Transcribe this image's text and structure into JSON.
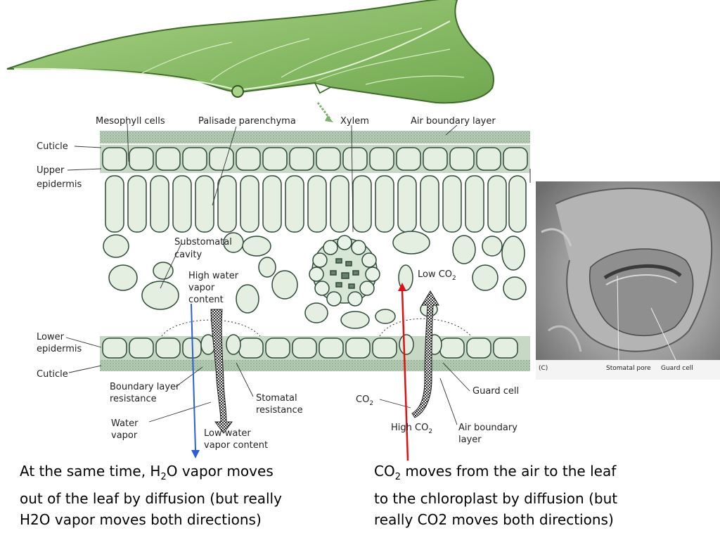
{
  "labels": {
    "mesophyll_cells": "Mesophyll cells",
    "palisade_parenchyma": "Palisade parenchyma",
    "xylem": "Xylem",
    "air_boundary_layer_top": "Air boundary layer",
    "cuticle_top": "Cuticle",
    "upper_epidermis_1": "Upper",
    "upper_epidermis_2": "epidermis",
    "substomatal_1": "Substomatal",
    "substomatal_2": "cavity",
    "high_water_1": "High water",
    "high_water_2": "vapor",
    "high_water_3": "content",
    "low_co2": "Low CO",
    "lower_epidermis_1": "Lower",
    "lower_epidermis_2": "epidermis",
    "cuticle_bottom": "Cuticle",
    "boundary_resistance_1": "Boundary layer",
    "boundary_resistance_2": "resistance",
    "stomatal_resistance_1": "Stomatal",
    "stomatal_resistance_2": "resistance",
    "water_vapor_1": "Water",
    "water_vapor_2": "vapor",
    "low_water_1": "Low water",
    "low_water_2": "vapor content",
    "co2_air": "CO",
    "guard_cell": "Guard cell",
    "high_co2": "High CO",
    "air_boundary_bottom_1": "Air boundary",
    "air_boundary_bottom_2": "layer",
    "subscript_2": "2"
  },
  "micrograph": {
    "panel": "(C)",
    "stomatal_pore": "Stomatal pore",
    "guard_cell": "Guard cell"
  },
  "captions": {
    "left_pre": "At the same time, H",
    "left_sub": "2",
    "left_post": "O vapor moves",
    "left_line2": "out of the leaf by diffusion (but really",
    "left_line3": "H2O vapor moves both directions)",
    "right_pre": "CO",
    "right_sub": "2",
    "right_post": " moves from the air to the leaf",
    "right_line2": "to the chloroplast by diffusion (but",
    "right_line3": "really CO2 moves both directions)"
  },
  "colors": {
    "leaf": "#8cc06a",
    "leaf_vein": "#d9ecc4",
    "cell_fill": "#e4efe2",
    "cell_stroke": "#2f4a3a",
    "epidermis_band": "#a9c5ab",
    "blue_arrow": "#2a5fd6",
    "red_arrow": "#e01010",
    "sem_bg": "#8a8a8a"
  }
}
